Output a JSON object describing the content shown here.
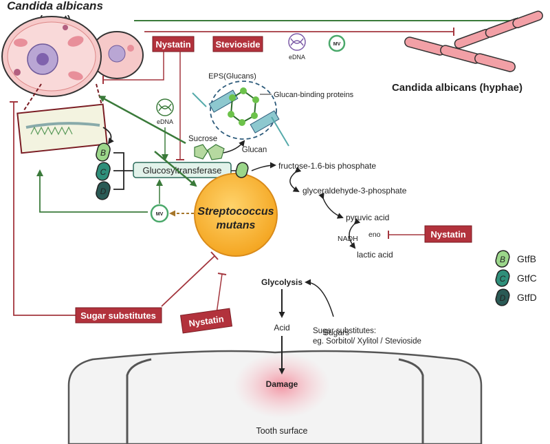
{
  "candida": {
    "yeast_title": "Candida albicans",
    "yeast_subtitle": "(yeast)",
    "hyphae_title": "Candida albicans (hyphae)"
  },
  "inhibitors": {
    "nystatin": "Nystatin",
    "stevioside": "Stevioside",
    "sugar_substitutes": "Sugar substitutes"
  },
  "labels": {
    "edna": "eDNA",
    "mv": "MV",
    "eps": "EPS(Glucans)",
    "gbp": "Glucan-binding proteins",
    "sucrose": "Sucrose",
    "glucan": "Glucan",
    "glucosyltransferase": "Glucosyltransferase"
  },
  "cells": {
    "sm_line1": "Streptococcus",
    "sm_line2": "mutans"
  },
  "pathway": {
    "fructose": "fructose-1.6-bis phosphate",
    "glyceraldehyde": "glyceraldehyde-3-phosphate",
    "pyruvic": "pyruvic acid",
    "nadh": "NADH",
    "eno": "eno",
    "lactic": "lactic acid"
  },
  "glycolysis": {
    "glycolysis": "Glycolysis",
    "sugars": "Sugars",
    "acid": "Acid",
    "sub_note1": "Sugar substitutes:",
    "sub_note2": "eg. Sorbitol/ Xylitol / Stevioside"
  },
  "tooth": {
    "damage": "Damage",
    "label": "Tooth surface"
  },
  "legend": {
    "b_letter": "B",
    "c_letter": "C",
    "d_letter": "D",
    "gtfb": "GtfB",
    "gtfc": "GtfC",
    "gtfd": "GtfD"
  },
  "colors": {
    "inhibitor_red": "#b2323c",
    "promote_green": "#3a7a3a",
    "sm_orange": "#f4a622"
  }
}
